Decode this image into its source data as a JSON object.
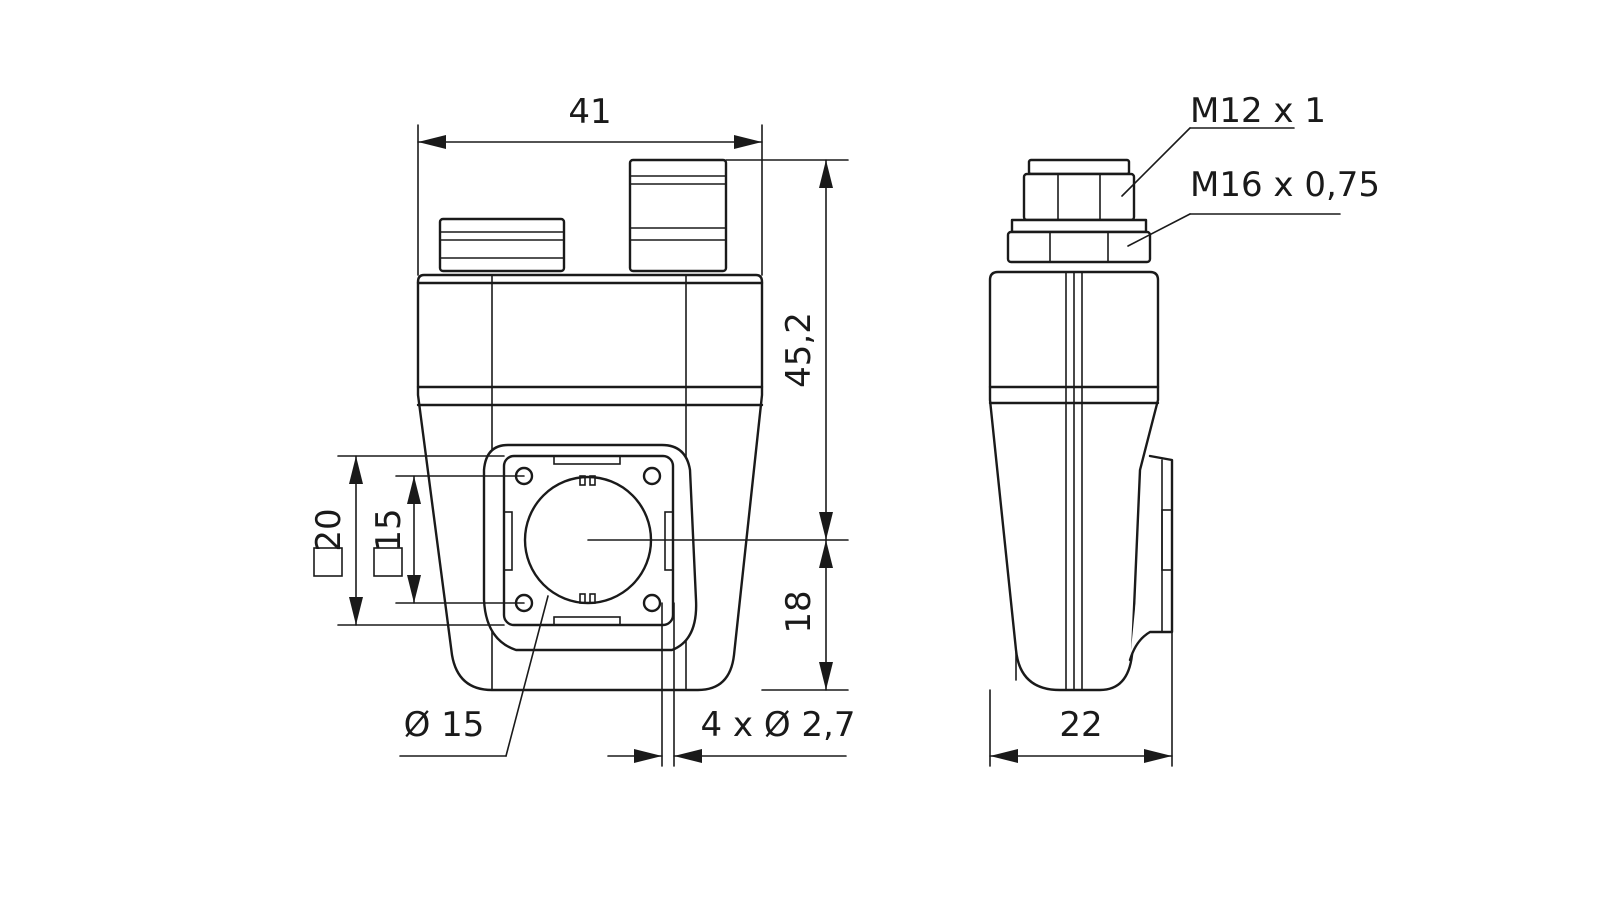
{
  "drawing": {
    "dimensions": {
      "width_front": "41",
      "height_total": "45,2",
      "height_lower": "18",
      "square_outer": "20",
      "square_inner": "15",
      "diameter_center": "Ø 15",
      "holes": "4 x Ø 2,7",
      "width_side": "22"
    },
    "threads": {
      "upper": "M12 x 1",
      "lower": "M16 x 0,75"
    }
  }
}
